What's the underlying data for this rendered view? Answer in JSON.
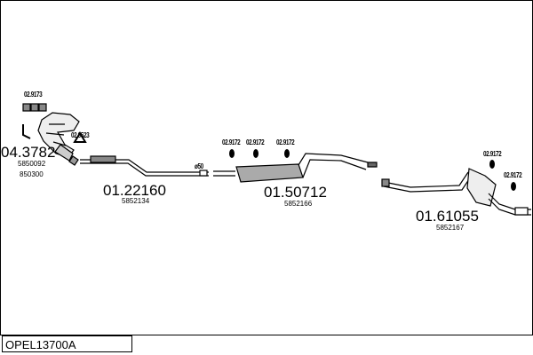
{
  "model_code": "OPEL13700A",
  "parts": [
    {
      "number": "04.3782",
      "oe": [
        "5850092",
        "850300"
      ]
    },
    {
      "number": "01.22160",
      "oe": [
        "5852134"
      ]
    },
    {
      "number": "01.50712",
      "oe": [
        "5852166"
      ]
    },
    {
      "number": "01.61055",
      "oe": [
        "5852167"
      ]
    }
  ],
  "accessories": [
    "02.9173",
    "02.9523",
    "02.9172",
    "02.9172",
    "02.9172",
    "02.9172",
    "02.9172"
  ],
  "pipe_diameter": "ø50"
}
